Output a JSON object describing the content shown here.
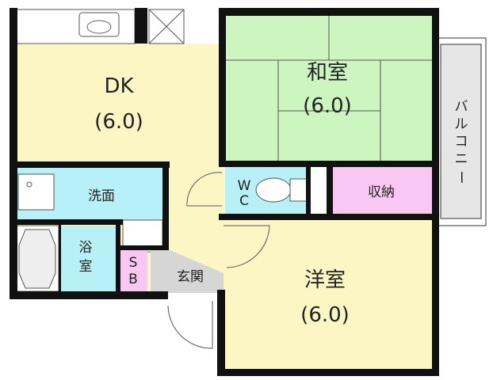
{
  "rooms": {
    "dk": {
      "name": "DK",
      "size": "(6.0)"
    },
    "washitsu": {
      "name": "和室",
      "size": "(6.0)"
    },
    "yoshitsu": {
      "name": "洋室",
      "size": "(6.0)"
    },
    "senmen": {
      "name": "洗面"
    },
    "yokushitsu": {
      "name_1": "浴",
      "name_2": "室"
    },
    "wc": {
      "name_1": "W",
      "name_2": "C"
    },
    "shuno": {
      "name": "収納"
    },
    "sb": {
      "name_1": "S",
      "name_2": "B"
    },
    "genkan": {
      "name": "玄関"
    },
    "balcony": {
      "name_1": "バ",
      "name_2": "ル",
      "name_3": "コ",
      "name_4": "ニ",
      "name_5": "ー"
    }
  },
  "colors": {
    "dk": "#fbf6c4",
    "washitsu": "#cdf5c0",
    "wet": "#b8f0f7",
    "storage": "#f8c8f2",
    "genkan": "#d6d6d6",
    "balcony": "#e6e6e6",
    "wall": "#111111"
  }
}
